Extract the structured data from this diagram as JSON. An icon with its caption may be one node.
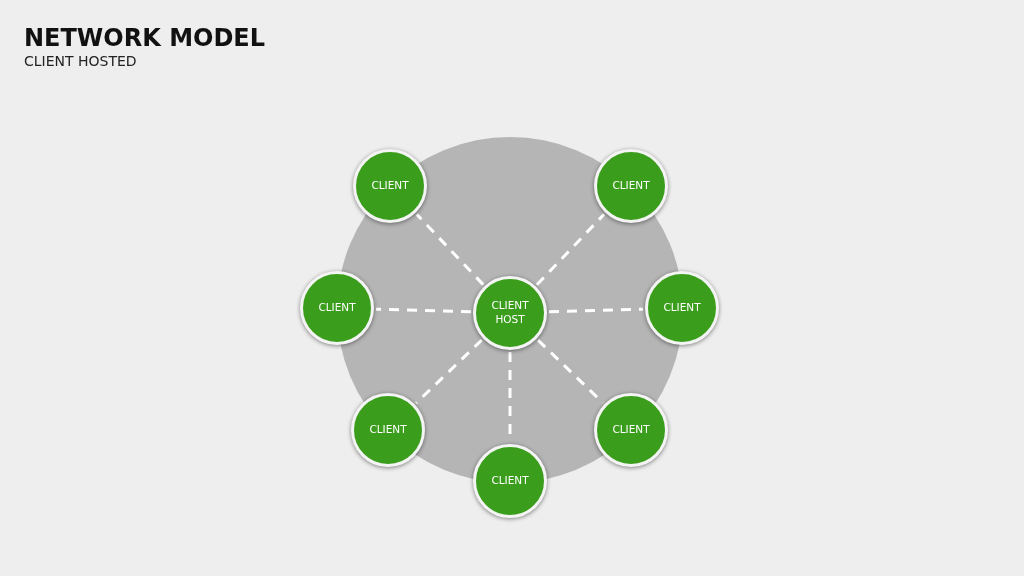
{
  "diagram": {
    "title": "NETWORK MODEL",
    "nodes": [
      {
        "text": [
          "CLIENT"
        ]
      },
      {
        "text": [
          "CLIENT"
        ]
      },
      {
        "text": [
          "CLIENT"
        ]
      },
      {
        "text": [
          "CLIENT HOST"
        ]
      },
      {
        "text": [
          "CLIENT"
        ]
      },
      {
        "text": [
          "CLIENT"
        ]
      },
      {
        "text": [
          "CLIENT"
        ]
      },
      {
        "text": [
          "CLIENT"
        ]
      }
    ],
    "edges": [
      {
        "from": 3,
        "to": 0,
        "arrow": "none",
        "style": "dashed"
      },
      {
        "from": 3,
        "to": 1,
        "arrow": "none",
        "style": "dashed"
      },
      {
        "from": 3,
        "to": 2,
        "arrow": "none",
        "style": "dashed"
      },
      {
        "from": 3,
        "to": 4,
        "arrow": "none",
        "style": "dashed"
      },
      {
        "from": 3,
        "to": 5,
        "arrow": "none",
        "style": "dashed"
      },
      {
        "from": 3,
        "to": 6,
        "arrow": "none",
        "style": "dashed"
      },
      {
        "from": 3,
        "to": 7,
        "arrow": "none",
        "style": "dashed"
      }
    ],
    "labels": [
      "CLIENT HOSTED"
    ]
  }
}
